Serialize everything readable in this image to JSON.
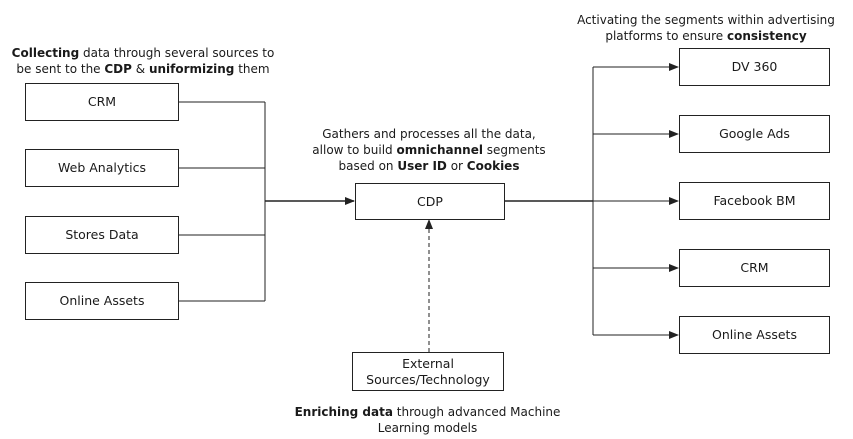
{
  "colors": {
    "line": "#222222",
    "border": "#222222",
    "text": "#1a1a1a",
    "background": "#ffffff"
  },
  "notes": {
    "collecting": {
      "line1": [
        {
          "text": "Collecting",
          "bold": true
        },
        {
          "text": " data through several sources to",
          "bold": false
        }
      ],
      "line2": [
        {
          "text": "be sent to the ",
          "bold": false
        },
        {
          "text": "CDP",
          "bold": true
        },
        {
          "text": " & ",
          "bold": false
        },
        {
          "text": "uniformizing",
          "bold": true
        },
        {
          "text": " them",
          "bold": false
        }
      ]
    },
    "activating": {
      "line1": [
        {
          "text": "Activating the segments within advertising",
          "bold": false
        }
      ],
      "line2": [
        {
          "text": "platforms to ensure ",
          "bold": false
        },
        {
          "text": "consistency",
          "bold": true
        }
      ]
    },
    "gathers": {
      "line1": [
        {
          "text": "Gathers and processes all the data,",
          "bold": false
        }
      ],
      "line2": [
        {
          "text": "allow to build ",
          "bold": false
        },
        {
          "text": "omnichannel",
          "bold": true
        },
        {
          "text": " segments",
          "bold": false
        }
      ],
      "line3": [
        {
          "text": "based on ",
          "bold": false
        },
        {
          "text": "User ID",
          "bold": true
        },
        {
          "text": " or ",
          "bold": false
        },
        {
          "text": "Cookies",
          "bold": true
        }
      ]
    },
    "enriching": {
      "line1": [
        {
          "text": "Enriching data",
          "bold": true
        },
        {
          "text": " through advanced Machine",
          "bold": false
        }
      ],
      "line2": [
        {
          "text": "Learning models",
          "bold": false
        }
      ]
    }
  },
  "sources": [
    {
      "label": "CRM"
    },
    {
      "label": "Web Analytics"
    },
    {
      "label": "Stores Data"
    },
    {
      "label": "Online Assets"
    }
  ],
  "cdp": {
    "label": "CDP"
  },
  "external": {
    "line1": "External",
    "line2": "Sources/Technology"
  },
  "destinations": [
    {
      "label": "DV 360"
    },
    {
      "label": "Google Ads"
    },
    {
      "label": "Facebook BM"
    },
    {
      "label": "CRM"
    },
    {
      "label": "Online Assets"
    }
  ]
}
